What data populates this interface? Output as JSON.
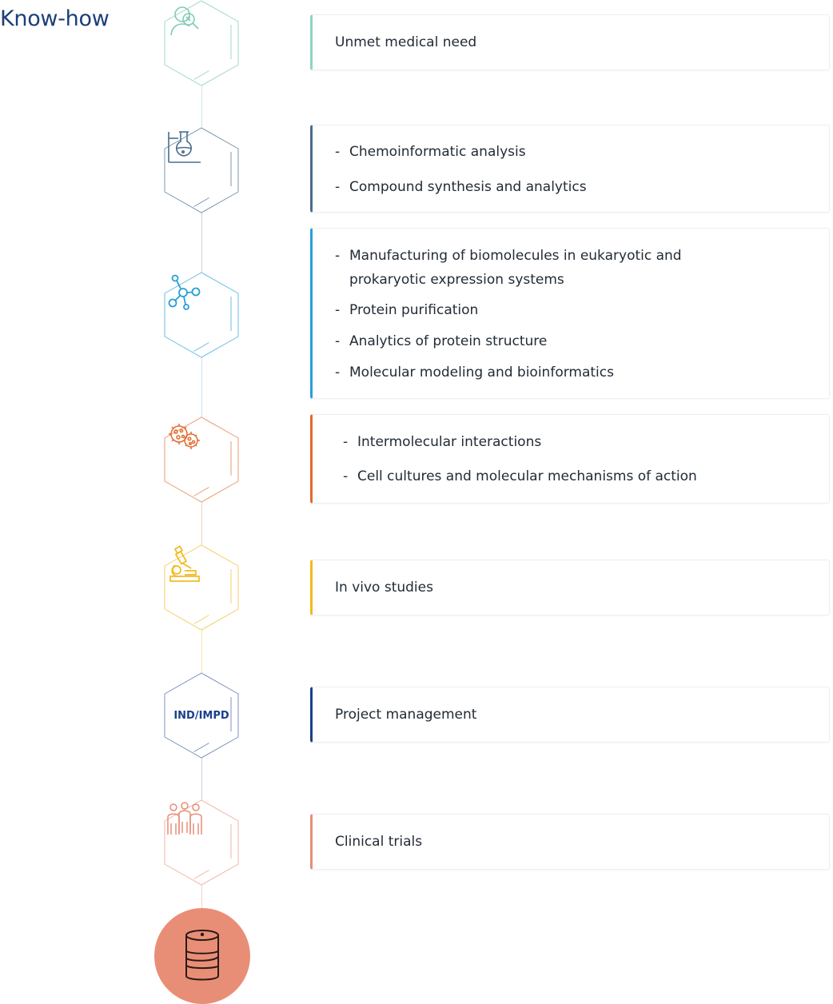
{
  "page": {
    "title": "Know-how"
  },
  "steps": [
    {
      "icon": "researcher-magnifier-icon",
      "color": "#8fd3c2",
      "card_color": "#8fd3c2",
      "items": [
        "Unmet medical need"
      ],
      "list": false
    },
    {
      "icon": "flask-on-stand-icon",
      "color": "#4a6e8c",
      "card_color": "#4a6e8c",
      "items": [
        "Chemoinformatic analysis",
        "Compound synthesis and analytics"
      ],
      "list": true
    },
    {
      "icon": "molecule-network-icon",
      "color": "#27a0d8",
      "card_color": "#27a0d8",
      "items": [
        "Manufacturing of biomolecules in eukaryotic and prokaryotic expression systems",
        "Protein purification",
        "Analytics of protein structure",
        "Molecular modeling and bioinformatics"
      ],
      "list": true
    },
    {
      "icon": "cells-microbes-icon",
      "color": "#e26a2c",
      "card_color": "#e26a2c",
      "items": [
        "Intermolecular interactions",
        "Cell cultures and molecular mechanisms of action"
      ],
      "list": true
    },
    {
      "icon": "microscope-icon",
      "color": "#f3b91f",
      "card_color": "#f3b91f",
      "items": [
        "In vivo studies"
      ],
      "list": false
    },
    {
      "icon": "ind-impd-badge",
      "label": "IND/IMPD",
      "color": "#1c3f8c",
      "card_color": "#1c3f8c",
      "items": [
        "Project management"
      ],
      "list": false
    },
    {
      "icon": "clinical-team-people-icon",
      "color": "#e98e76",
      "card_color": "#e98e76",
      "items": [
        "Clinical trials"
      ],
      "list": false
    }
  ],
  "final": {
    "icon": "medicine-jar-icon",
    "color": "#e98e76"
  }
}
